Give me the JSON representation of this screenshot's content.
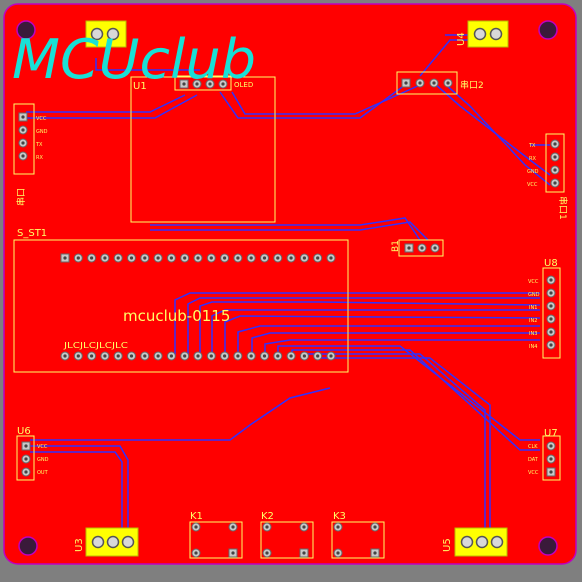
{
  "logo_text": "MCUclub",
  "board_name": "mcuclub-0115",
  "colors": {
    "background": "#7f7f7f",
    "board": "#ff0000",
    "outline": "#c000c0",
    "silkscreen": "#ffff66",
    "trace": "#3030ff",
    "logo": "#19e0d6",
    "pad": "#c8c8c8"
  },
  "designators": {
    "u1": "U1",
    "u3": "U3",
    "u4": "U4",
    "u5": "U5",
    "u6": "U6",
    "u7": "U7",
    "u8": "U8",
    "s_st1": "S_ST1",
    "b1": "B1",
    "k1": "K1",
    "k2": "K2",
    "k3": "K3"
  },
  "u1_header_label": "OLED",
  "uart_label": "串口2",
  "left_module_label": "串口",
  "right_module_label": "串口1",
  "left_module_pins": [
    "VCC",
    "GND",
    "TX",
    "RX"
  ],
  "right_module_pins": [
    "TX",
    "RX",
    "GND",
    "VCC"
  ],
  "u8_pins": [
    "VCC",
    "GND",
    "IN1",
    "IN2",
    "IN3",
    "IN4"
  ],
  "u6_pins": [
    "VCC",
    "GND",
    "OUT"
  ],
  "u7_pins": [
    "CLK",
    "DAT",
    "VCC"
  ],
  "mcu_bottom_label": "JLCJLCJLCJLC"
}
